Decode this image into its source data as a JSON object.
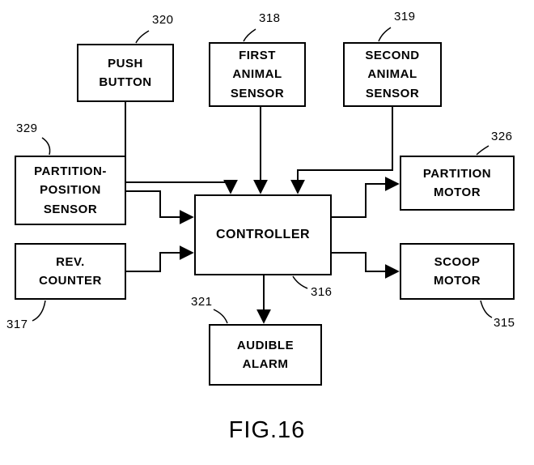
{
  "figure": {
    "caption": "FIG.16"
  },
  "colors": {
    "line": "#000000",
    "background": "#ffffff",
    "text": "#000000"
  },
  "nodes": {
    "push_button": {
      "label": "PUSH\nBUTTON",
      "ref": "320"
    },
    "first_animal_sensor": {
      "label": "FIRST\nANIMAL\nSENSOR",
      "ref": "318"
    },
    "second_animal_sensor": {
      "label": "SECOND\nANIMAL\nSENSOR",
      "ref": "319"
    },
    "partition_position_sensor": {
      "label": "PARTITION-\nPOSITION\nSENSOR",
      "ref": "329"
    },
    "rev_counter": {
      "label": "REV.\nCOUNTER",
      "ref": "317"
    },
    "controller": {
      "label": "CONTROLLER",
      "ref": "316"
    },
    "partition_motor": {
      "label": "PARTITION\nMOTOR",
      "ref": "326"
    },
    "scoop_motor": {
      "label": "SCOOP\nMOTOR",
      "ref": "315"
    },
    "audible_alarm": {
      "label": "AUDIBLE\nALARM",
      "ref": "321"
    }
  },
  "connections": [
    {
      "from": "push_button",
      "to": "controller"
    },
    {
      "from": "first_animal_sensor",
      "to": "controller"
    },
    {
      "from": "second_animal_sensor",
      "to": "controller"
    },
    {
      "from": "partition_position_sensor",
      "to": "controller"
    },
    {
      "from": "rev_counter",
      "to": "controller"
    },
    {
      "from": "controller",
      "to": "partition_motor"
    },
    {
      "from": "controller",
      "to": "scoop_motor"
    },
    {
      "from": "controller",
      "to": "audible_alarm"
    }
  ]
}
